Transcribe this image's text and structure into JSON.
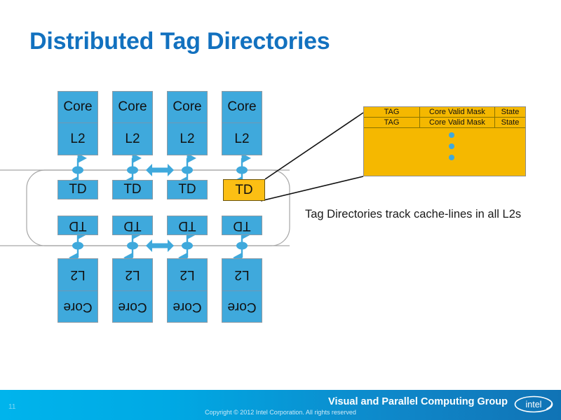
{
  "slide": {
    "title": "Distributed Tag Directories",
    "caption": "Tag Directories track cache-lines in all L2s"
  },
  "diagram": {
    "top_row": [
      {
        "core": "Core",
        "l2": "L2",
        "td": "TD",
        "highlight": false
      },
      {
        "core": "Core",
        "l2": "L2",
        "td": "TD",
        "highlight": false
      },
      {
        "core": "Core",
        "l2": "L2",
        "td": "TD",
        "highlight": false
      },
      {
        "core": "Core",
        "l2": "L2",
        "td": "TD",
        "highlight": true
      }
    ],
    "bottom_row": [
      {
        "core": "Core",
        "l2": "L2",
        "td": "TD",
        "highlight": false
      },
      {
        "core": "Core",
        "l2": "L2",
        "td": "TD",
        "highlight": false
      },
      {
        "core": "Core",
        "l2": "L2",
        "td": "TD",
        "highlight": false
      },
      {
        "core": "Core",
        "l2": "L2",
        "td": "TD",
        "highlight": false
      }
    ],
    "colors": {
      "box_blue": "#3fa9dc",
      "highlight_orange": "#fcbf14",
      "ring_gray": "#a6a6a6",
      "arrow_blue": "#3fa9dc"
    }
  },
  "table": {
    "headers": [
      "TAG",
      "Core Valid Mask",
      "State"
    ],
    "rows": [
      [
        "TAG",
        "Core Valid Mask",
        "State"
      ],
      [
        "TAG",
        "Core Valid Mask",
        "State"
      ]
    ],
    "continuation_dots": 3,
    "fill_color": "#f5b800"
  },
  "footer": {
    "page_number": "11",
    "group": "Visual and Parallel Computing Group",
    "copyright": "Copyright © 2012 Intel Corporation. All rights reserved",
    "logo_text": "intel"
  }
}
